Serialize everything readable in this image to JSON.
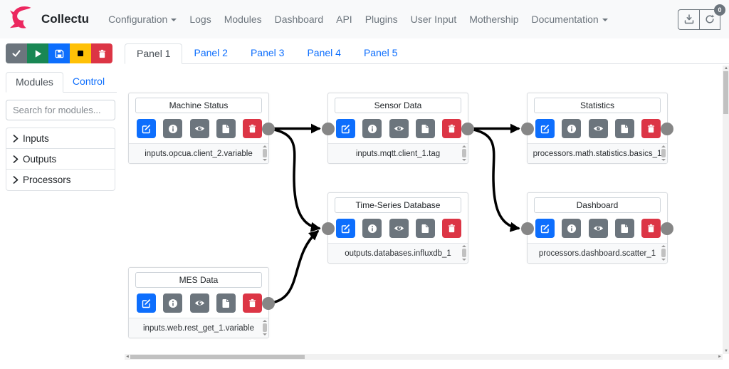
{
  "colors": {
    "brand_pink": "#EC275F",
    "primary_blue": "#0d6efd",
    "secondary_gray": "#6c757d",
    "success_green": "#198754",
    "warning_yellow": "#ffc107",
    "danger_red": "#dc3545",
    "navbar_bg": "#f8f9fa",
    "port_gray": "#868686",
    "wire_black": "#000000"
  },
  "navbar": {
    "brand": "Collectu",
    "items": [
      {
        "label": "Configuration",
        "dropdown": true
      },
      {
        "label": "Logs",
        "dropdown": false
      },
      {
        "label": "Modules",
        "dropdown": false
      },
      {
        "label": "Dashboard",
        "dropdown": false
      },
      {
        "label": "API",
        "dropdown": false
      },
      {
        "label": "Plugins",
        "dropdown": false
      },
      {
        "label": "User Input",
        "dropdown": false
      },
      {
        "label": "Mothership",
        "dropdown": false
      },
      {
        "label": "Documentation",
        "dropdown": true
      }
    ],
    "right_buttons": [
      {
        "icon": "download-icon"
      },
      {
        "icon": "refresh-icon",
        "badge": "0"
      }
    ]
  },
  "run_toolbar": {
    "buttons": [
      {
        "icon": "check-icon",
        "color": "#6c757d"
      },
      {
        "icon": "play-icon",
        "color": "#198754"
      },
      {
        "icon": "save-icon",
        "color": "#0d6efd"
      },
      {
        "icon": "stop-icon",
        "color": "#ffc107"
      },
      {
        "icon": "trash-icon",
        "color": "#dc3545"
      }
    ]
  },
  "sidebar": {
    "tabs": [
      {
        "label": "Modules",
        "active": true
      },
      {
        "label": "Control",
        "active": false
      }
    ],
    "search_placeholder": "Search for modules...",
    "categories": [
      {
        "label": "Inputs"
      },
      {
        "label": "Outputs"
      },
      {
        "label": "Processors"
      }
    ]
  },
  "panel_tabs": {
    "tabs": [
      {
        "label": "Panel 1",
        "active": true
      },
      {
        "label": "Panel 2",
        "active": false
      },
      {
        "label": "Panel 3",
        "active": false
      },
      {
        "label": "Panel 4",
        "active": false
      },
      {
        "label": "Panel 5",
        "active": false
      }
    ]
  },
  "node_buttons": [
    {
      "name": "edit",
      "icon": "pencil-square-icon",
      "color": "#0d6efd"
    },
    {
      "name": "info",
      "icon": "info-icon",
      "color": "#6c757d"
    },
    {
      "name": "preview",
      "icon": "eye-icon",
      "color": "#6c757d"
    },
    {
      "name": "data",
      "icon": "file-icon",
      "color": "#6c757d"
    },
    {
      "name": "delete",
      "icon": "trash-icon",
      "color": "#dc3545"
    }
  ],
  "canvas": {
    "nodes": [
      {
        "title": "Machine Status",
        "module": "inputs.opcua.client_2.variable",
        "ports": [
          "out"
        ]
      },
      {
        "title": "Sensor Data",
        "module": "inputs.mqtt.client_1.tag",
        "ports": [
          "in",
          "out"
        ]
      },
      {
        "title": "Statistics",
        "module": "processors.math.statistics.basics_1",
        "ports": [
          "in",
          "out"
        ]
      },
      {
        "title": "Time-Series Database",
        "module": "outputs.databases.influxdb_1",
        "ports": [
          "in"
        ]
      },
      {
        "title": "Dashboard",
        "module": "processors.dashboard.scatter_1",
        "ports": [
          "in",
          "out"
        ]
      },
      {
        "title": "MES Data",
        "module": "inputs.web.rest_get_1.variable",
        "ports": [
          "out"
        ]
      }
    ],
    "connections": [
      {
        "from": "Machine Status",
        "to": "Sensor Data"
      },
      {
        "from": "Machine Status",
        "to": "Time-Series Database"
      },
      {
        "from": "MES Data",
        "to": "Time-Series Database"
      },
      {
        "from": "Sensor Data",
        "to": "Statistics"
      },
      {
        "from": "Sensor Data",
        "to": "Dashboard"
      }
    ]
  }
}
